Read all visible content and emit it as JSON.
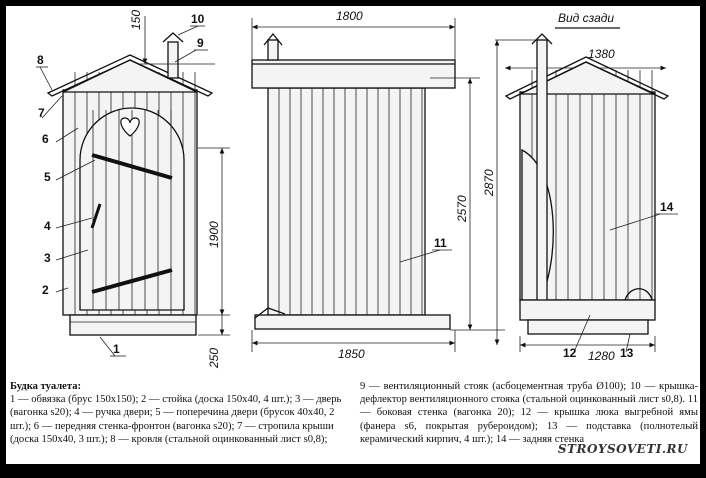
{
  "labels": {
    "n1": "1",
    "n2": "2",
    "n3": "3",
    "n4": "4",
    "n5": "5",
    "n6": "6",
    "n7": "7",
    "n8": "8",
    "n9": "9",
    "n10": "10",
    "n11": "11",
    "n12": "12",
    "n13": "13",
    "n14": "14"
  },
  "dimensions": {
    "d150": "150",
    "d1900": "1900",
    "d250": "250",
    "d1800": "1800",
    "d2570": "2570",
    "d2870": "2870",
    "d1850": "1850",
    "d1380": "1380",
    "d1280": "1280"
  },
  "rear_view_label": "Вид сзади",
  "caption": {
    "title": "Будка туалета:",
    "left_text": "1 — обвязка (брус 150x150); 2 — стойка (доска 150x40, 4 шт.); 3 — дверь (вагонка s20); 4 — ручка двери; 5 — поперечина двери (брусок 40x40, 2 шт.); 6 — передняя стенка-фронтон (вагонка s20); 7 — стропила крыши (доска 150x40, 3 шт.); 8 — кровля (стальной оцинкованный лист s0,8);",
    "right_text": "9 — вентиляционный стояк (асбоцементная труба Ø100); 10 — крышка-дефлектор вентиляционного стояка (стальной оцинкованный лист s0,8). 11 — боковая стенка (вагонка 20); 12 — крышка люка выгребной ямы (фанера s6, покрытая рубероидом); 13 — подставка (полнотелый керамический кирпич, 4 шт.); 14 — задняя стенка"
  },
  "watermark": "STROYSOVETI.RU"
}
